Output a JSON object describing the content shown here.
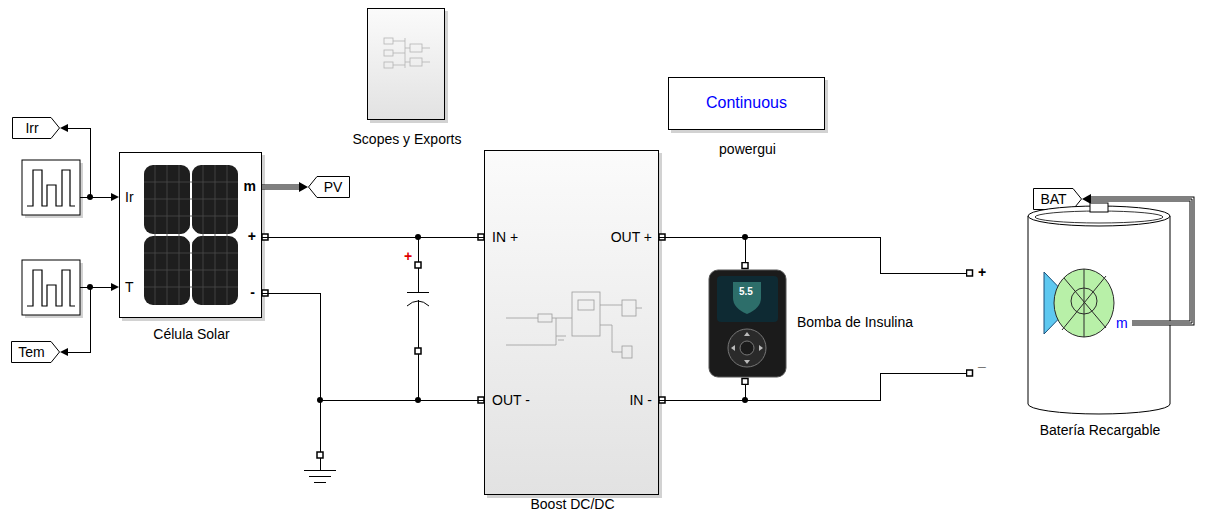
{
  "diagram": {
    "nodes": [
      {
        "text": [
          "Scopes y Exports"
        ]
      },
      {
        "text": [
          "Continuous",
          "powergui"
        ]
      },
      {
        "text": [
          "Irr"
        ]
      },
      {
        "text": [
          "Ir",
          "T",
          "m",
          "+",
          "-",
          "Célula Solar"
        ]
      },
      {
        "text": [
          "PV"
        ]
      },
      {
        "text": [
          "Tem"
        ]
      },
      {
        "text": [
          "IN +",
          "OUT +",
          "OUT -",
          "IN -",
          "Boost DC/DC"
        ]
      },
      {
        "text": [
          "BAT"
        ]
      },
      {
        "text": [
          "Bomba de Insulina"
        ]
      },
      {
        "text": [
          "+",
          "_",
          "m",
          "Batería Recargable"
        ]
      }
    ],
    "edges": [
      {
        "from": 3,
        "to": 4,
        "arrow": "to"
      },
      {
        "from": 3,
        "to": 6,
        "arrow": "none"
      },
      {
        "from": 3,
        "to": 6,
        "arrow": "none"
      },
      {
        "from": 6,
        "to": 8,
        "arrow": "none"
      },
      {
        "from": 6,
        "to": 8,
        "arrow": "none"
      },
      {
        "from": 6,
        "to": 9,
        "arrow": "none"
      },
      {
        "from": 6,
        "to": 9,
        "arrow": "none"
      },
      {
        "from": 9,
        "to": 7,
        "arrow": "to"
      }
    ],
    "labels": [
      "+",
      "5.5"
    ]
  }
}
